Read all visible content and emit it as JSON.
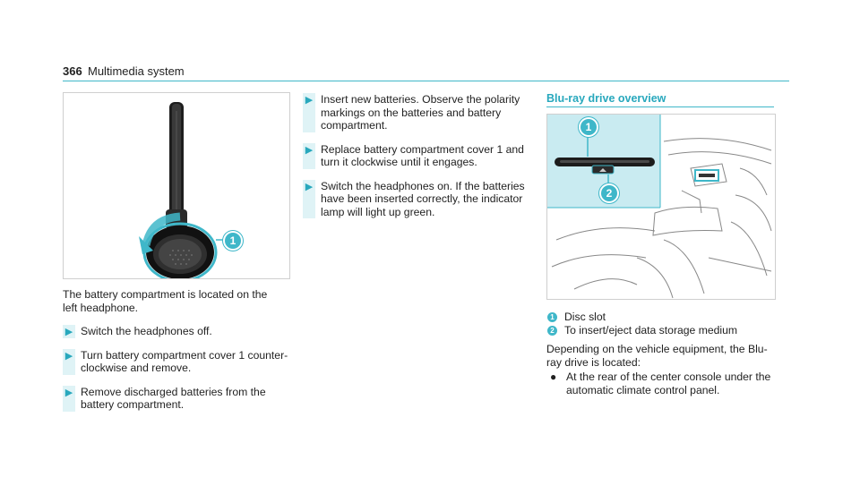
{
  "header": {
    "page_number": "366",
    "title": "Multimedia sy­stem"
  },
  "left": {
    "intro": "The battery compartment is located on the left headphone.",
    "steps": [
      "Switch the headphones off.",
      "Turn battery compartment cover 1 counter-clockwise and remove.",
      "Remove discharged batteries from the battery compartment."
    ],
    "figure_callout": "1"
  },
  "middle": {
    "steps": [
      "Insert new batteries. Observe the polarity markings on the batteries and battery compartment.",
      "Replace battery compartment cover 1 and turn it clockwise until it engages.",
      "Switch the headphones on. If the batteries have been inserted correctly, the indicator lamp will light up green."
    ]
  },
  "right": {
    "section_title": "Blu-ray drive overview",
    "callouts": [
      "1",
      "2"
    ],
    "legend": [
      {
        "num": "1",
        "text": "Disc slot"
      },
      {
        "num": "2",
        "text": "To insert/eject data storage medium"
      }
    ],
    "description": "Depending on the vehicle equipment, the Blu-ray drive is located:",
    "bullets": [
      "At the rear of the center console under the automatic climate control panel."
    ]
  },
  "colors": {
    "accent": "#3fb7c9",
    "step_bar": "#dff3f6",
    "inset_bg": "#c9ebf1"
  }
}
